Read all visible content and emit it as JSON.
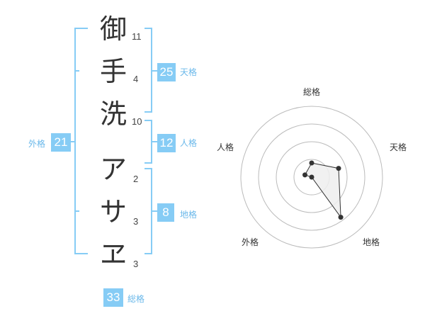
{
  "name_chars": [
    {
      "char": "御",
      "strokes": "11"
    },
    {
      "char": "手",
      "strokes": "4"
    },
    {
      "char": "洗",
      "strokes": "10"
    },
    {
      "char": "ア",
      "strokes": "2"
    },
    {
      "char": "サ",
      "strokes": "3"
    },
    {
      "char": "ヱ",
      "strokes": "3"
    }
  ],
  "kaku": {
    "tenkaku": {
      "value": "25",
      "label": "天格"
    },
    "jinkaku": {
      "value": "12",
      "label": "人格"
    },
    "chikaku": {
      "value": "8",
      "label": "地格"
    },
    "gaikaku": {
      "value": "21",
      "label": "外格"
    },
    "soukaku": {
      "value": "33",
      "label": "総格"
    }
  },
  "chart_data": {
    "type": "radar",
    "axes": [
      "総格",
      "天格",
      "地格",
      "外格",
      "人格"
    ],
    "values": [
      33,
      25,
      8,
      21,
      12
    ],
    "scale_max": 5,
    "levels": 4,
    "grid_style": "concentric-circles",
    "colors": {
      "line": "#333333",
      "fill": "#eeeeee",
      "grid": "#bbbbbb",
      "bracket": "#86ccf5"
    }
  }
}
